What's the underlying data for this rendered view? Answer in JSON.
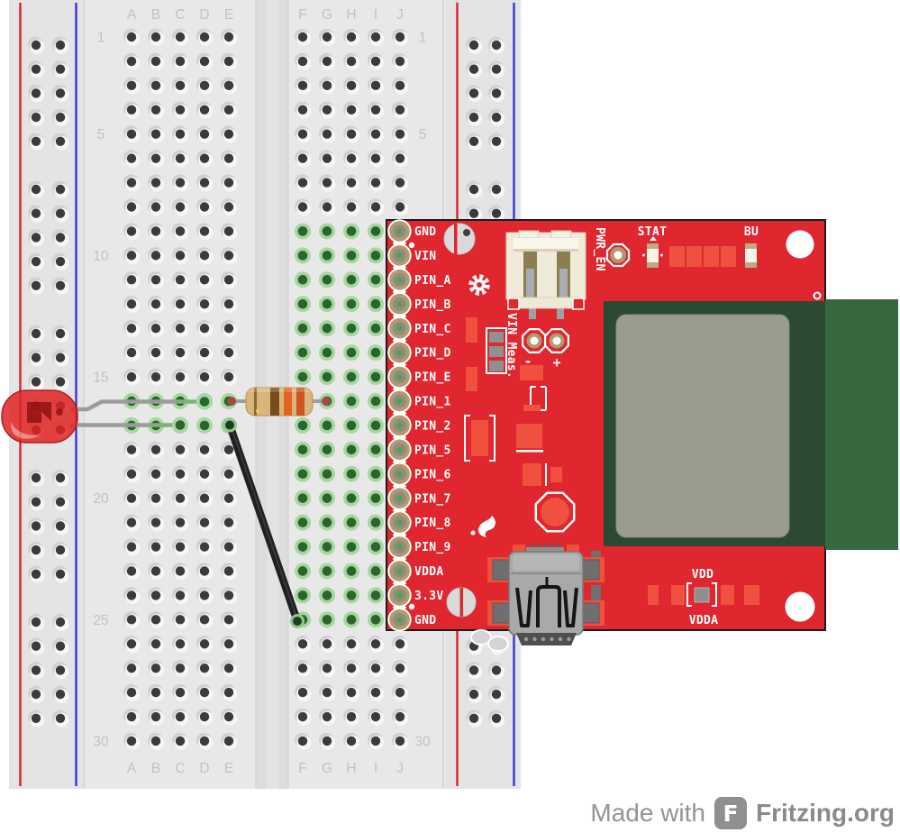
{
  "breadboard": {
    "column_labels_left": [
      "A",
      "B",
      "C",
      "D",
      "E"
    ],
    "column_labels_right": [
      "F",
      "G",
      "H",
      "I",
      "J"
    ],
    "row_numbers": [
      "1",
      "5",
      "10",
      "15",
      "20",
      "25",
      "30"
    ],
    "total_rows": 30,
    "rail_colors": {
      "red": "#d5232b",
      "blue": "#3b35cf"
    },
    "highlight_color": "#a6d7a0"
  },
  "board": {
    "color": "#e0262e",
    "pins": [
      "GND",
      "VIN",
      "PIN_A",
      "PIN_B",
      "PIN_C",
      "PIN_D",
      "PIN_E",
      "PIN_1",
      "PIN_2",
      "PIN_5",
      "PIN_6",
      "PIN_7",
      "PIN_8",
      "PIN_9",
      "VDDA",
      "3.3V",
      "GND"
    ],
    "labels": {
      "pwr_en": "PWR_EN",
      "stat": "STAT",
      "bu": "BU",
      "vin_meas": "VIN Meas.",
      "minus": "-",
      "plus": "+",
      "vdd": "VDD",
      "vdda": "VDDA"
    }
  },
  "components": {
    "led": {
      "type": "LED",
      "color": "red",
      "rows": "16-17"
    },
    "resistor": {
      "bands": [
        "brown",
        "orange",
        "orange"
      ],
      "span": "E16 to G16"
    },
    "jumper_wire": {
      "color": "black",
      "from": "E17",
      "to": "F25"
    }
  },
  "footer": {
    "made_with": "Made with",
    "brand": "Fritzing.org",
    "logo_letter": "F"
  }
}
